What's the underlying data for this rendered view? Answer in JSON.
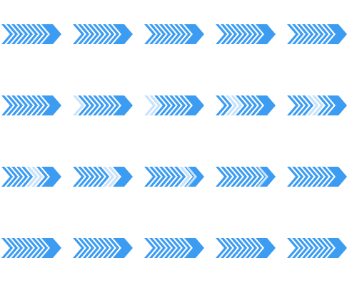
{
  "colors": {
    "background": "#ffffff",
    "chevron": "#3c9cf2",
    "highlight": "#c7e2fb"
  },
  "rows": [
    {
      "name": "plain",
      "groups": [
        {
          "highlight": []
        },
        {
          "highlight": []
        },
        {
          "highlight": []
        },
        {
          "highlight": []
        },
        {
          "highlight": []
        }
      ]
    },
    {
      "name": "light-wave",
      "groups": [
        {
          "highlight": []
        },
        {
          "highlight": [
            0
          ]
        },
        {
          "highlight": [
            0,
            1
          ]
        },
        {
          "highlight": [
            2,
            3
          ]
        },
        {
          "highlight": [
            4,
            5
          ]
        }
      ]
    },
    {
      "name": "strong-wave",
      "groups": [
        {
          "highlight": [
            5,
            6
          ]
        },
        {
          "highlight": [
            6,
            7
          ]
        },
        {
          "highlight": [
            7,
            8
          ]
        },
        {
          "highlight": [
            8
          ]
        },
        {
          "highlight": []
        }
      ]
    },
    {
      "name": "plain",
      "groups": [
        {
          "highlight": []
        },
        {
          "highlight": []
        },
        {
          "highlight": []
        },
        {
          "highlight": []
        },
        {
          "highlight": []
        }
      ]
    }
  ]
}
